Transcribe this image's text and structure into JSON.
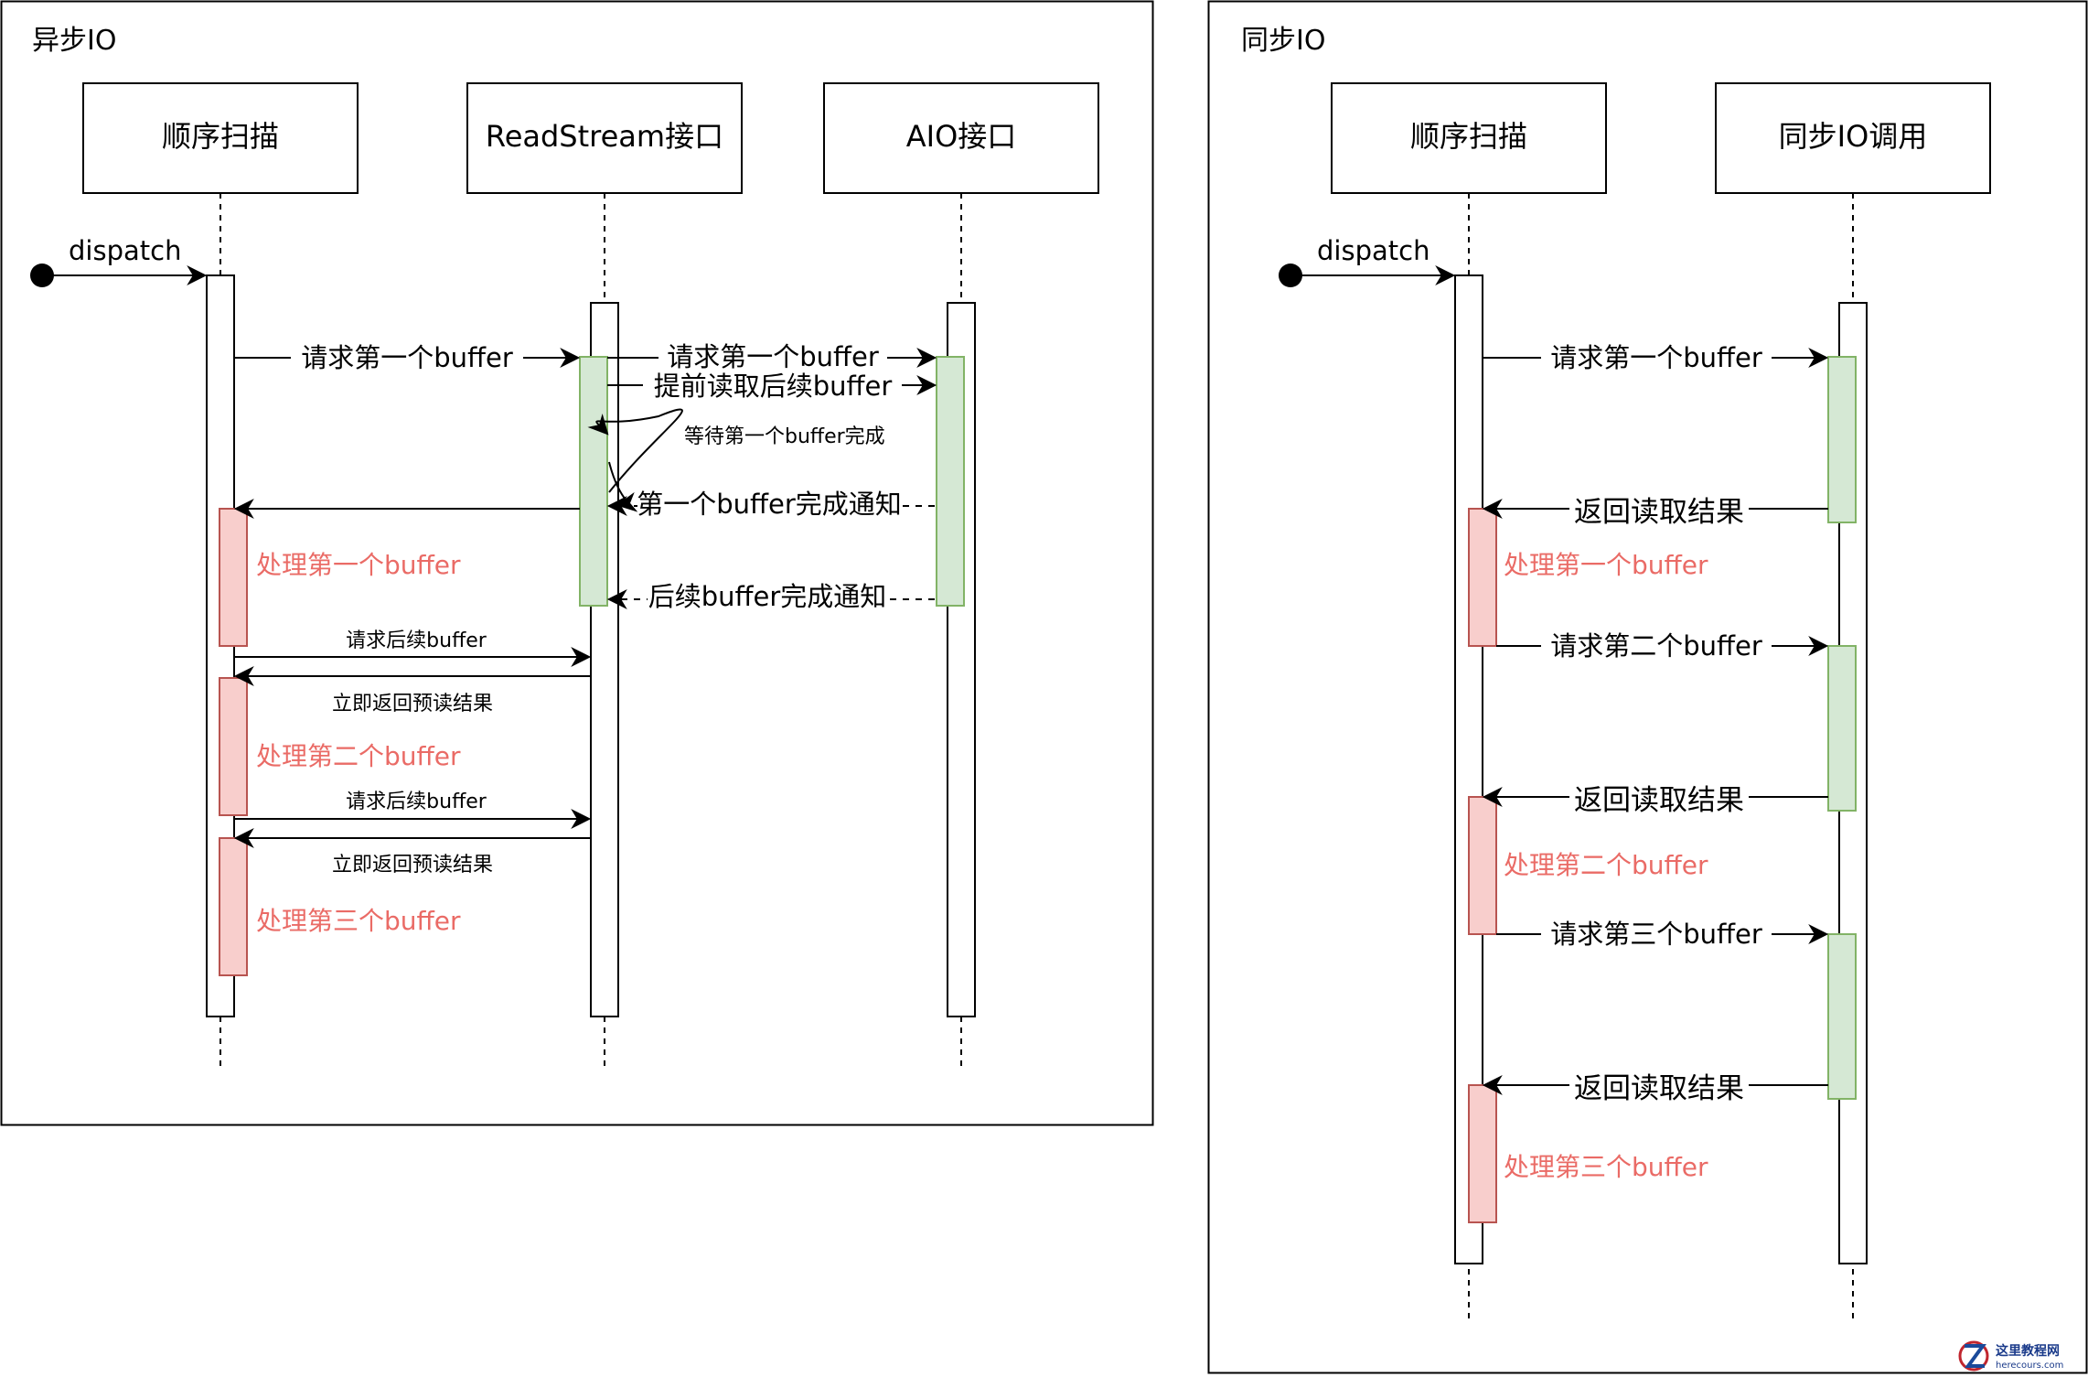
{
  "colors": {
    "line": "#000000",
    "green_fill": "#d5e8d4",
    "green_stroke": "#82b366",
    "red_fill": "#f8cecc",
    "red_stroke": "#b85450",
    "red_text": "#ea6b66"
  },
  "async": {
    "title": "异步IO",
    "participants": {
      "scan": "顺序扫描",
      "readstream": "ReadStream接口",
      "aio": "AIO接口"
    },
    "dispatch": "dispatch",
    "messages": {
      "req_first_rs": "请求第一个buffer",
      "req_first_aio": "请求第一个buffer",
      "prefetch": "提前读取后续buffer",
      "wait_first": "等待第一个buffer完成",
      "first_done": "第一个buffer完成通知",
      "rest_done": "后续buffer完成通知",
      "req_next_1": "请求后续buffer",
      "ret_prefetch_1": "立即返回预读结果",
      "req_next_2": "请求后续buffer",
      "ret_prefetch_2": "立即返回预读结果"
    },
    "process": {
      "first": "处理第一个buffer",
      "second": "处理第二个buffer",
      "third": "处理第三个buffer"
    }
  },
  "sync": {
    "title": "同步IO",
    "participants": {
      "scan": "顺序扫描",
      "io": "同步IO调用"
    },
    "dispatch": "dispatch",
    "messages": {
      "req_first": "请求第一个buffer",
      "ret_1": "返回读取结果",
      "req_second": "请求第二个buffer",
      "ret_2": "返回读取结果",
      "req_third": "请求第三个buffer",
      "ret_3": "返回读取结果"
    },
    "process": {
      "first": "处理第一个buffer",
      "second": "处理第二个buffer",
      "third": "处理第三个buffer"
    }
  },
  "watermark": {
    "icon": "z-logo-icon",
    "name": "这里教程网",
    "url": "herecours.com"
  }
}
